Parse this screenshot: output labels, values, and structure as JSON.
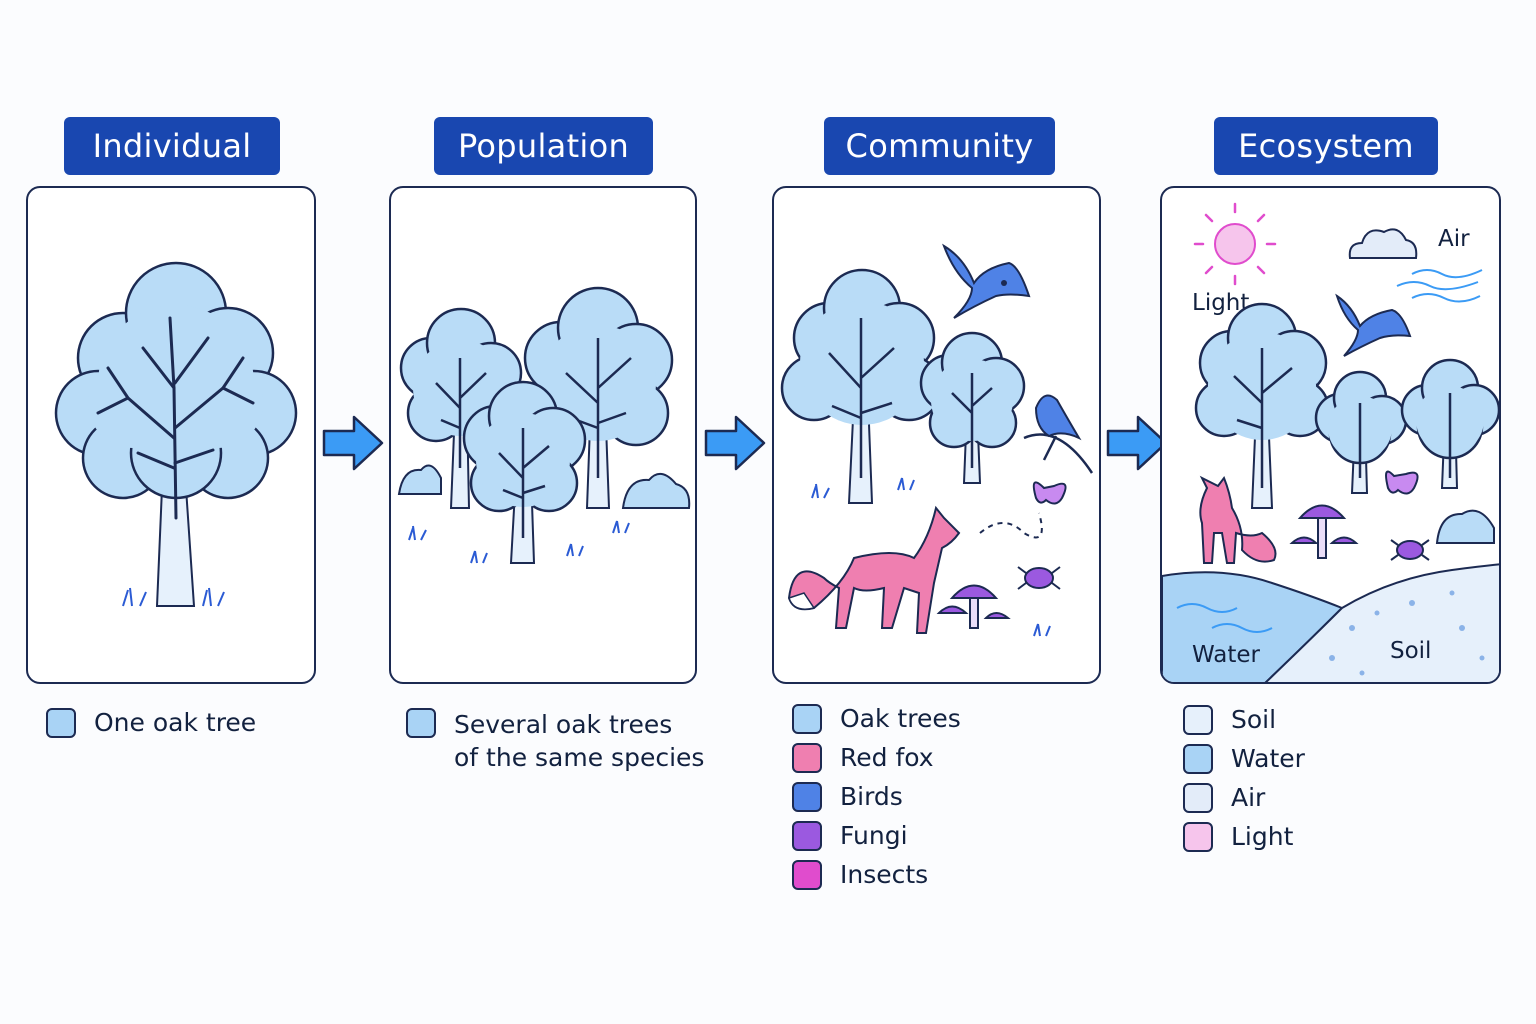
{
  "stages": [
    {
      "title": "Individual",
      "legend": [
        {
          "label": "One oak tree",
          "color": "#a9d3f5"
        }
      ]
    },
    {
      "title": "Population",
      "legend": [
        {
          "label": "Several oak trees\nof the same species",
          "color": "#a9d3f5"
        }
      ]
    },
    {
      "title": "Community",
      "legend": [
        {
          "label": "Oak trees",
          "color": "#a9d3f5"
        },
        {
          "label": "Red fox",
          "color": "#ef7fb0"
        },
        {
          "label": "Birds",
          "color": "#4f82e6"
        },
        {
          "label": "Fungi",
          "color": "#9b59e0"
        },
        {
          "label": "Insects",
          "color": "#e04ccd"
        }
      ]
    },
    {
      "title": "Ecosystem",
      "legend": [
        {
          "label": "Soil",
          "color": "#e6f0fb"
        },
        {
          "label": "Water",
          "color": "#a9d3f5"
        },
        {
          "label": "Air",
          "color": "#e3ecf9"
        },
        {
          "label": "Light",
          "color": "#f6c5ec"
        }
      ]
    }
  ],
  "ecosystem_labels": {
    "light": "Light",
    "air": "Air",
    "water": "Water",
    "soil": "Soil"
  },
  "colors": {
    "tab": "#1947b0",
    "arrow": "#3b9bf5",
    "tree": "#b9dcf7",
    "outline": "#1c2a52"
  }
}
